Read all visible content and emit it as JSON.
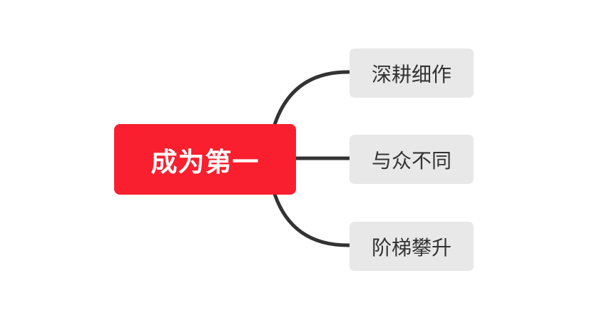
{
  "mindmap": {
    "root": {
      "label": "成为第一",
      "color": "#f91f2e"
    },
    "branches": [
      {
        "label": "深耕细作"
      },
      {
        "label": "与众不同"
      },
      {
        "label": "阶梯攀升"
      }
    ],
    "connector_color": "#333333",
    "branch_color": "#e8e8e8"
  }
}
